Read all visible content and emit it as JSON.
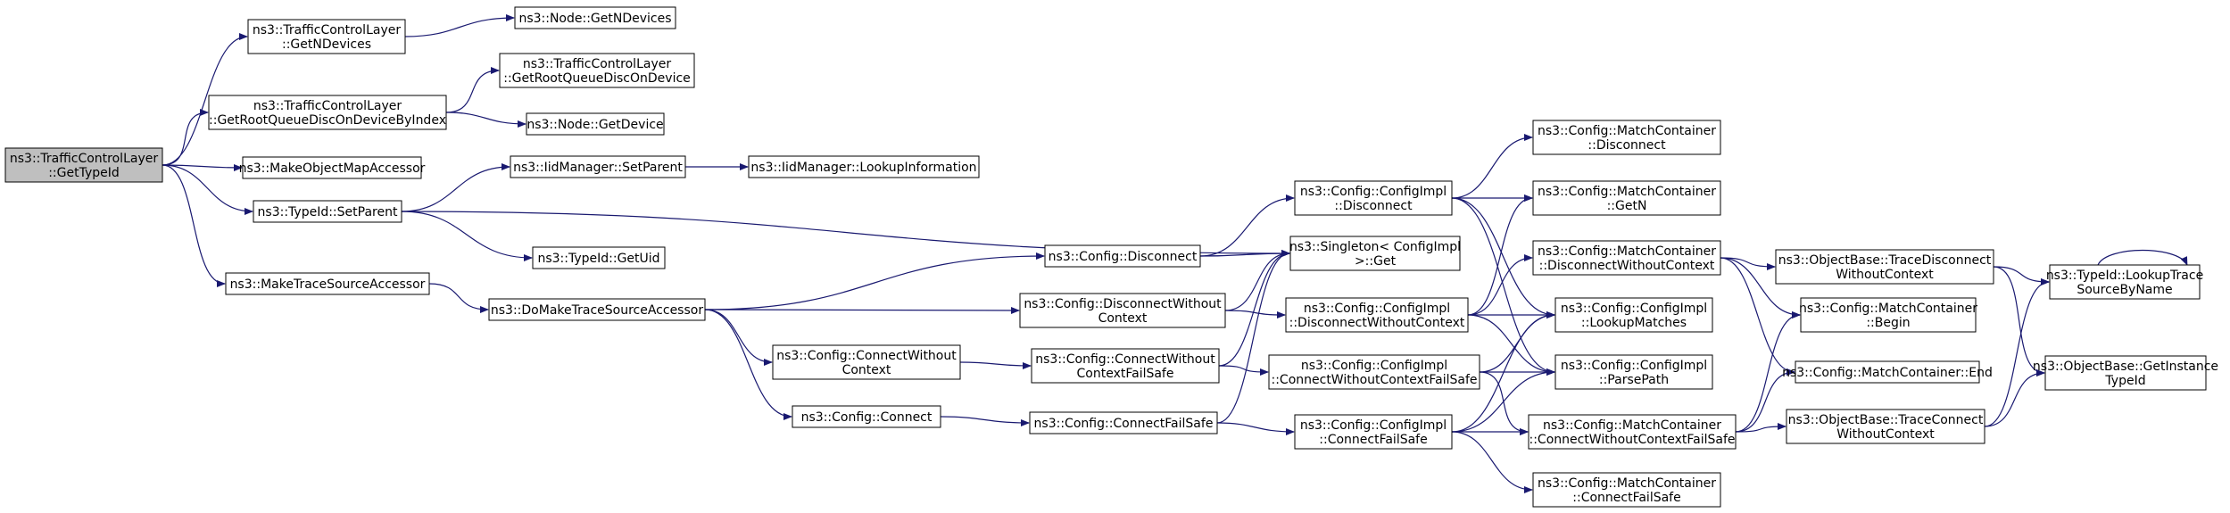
{
  "colors": {
    "edge": "#191970",
    "root_fill": "#bfbfbf",
    "node_fill": "#ffffff",
    "border": "#000000"
  },
  "nodes": [
    {
      "id": "root",
      "lines": [
        "ns3::TrafficControlLayer",
        "::GetTypeId"
      ],
      "root": true
    },
    {
      "id": "gnd",
      "lines": [
        "ns3::TrafficControlLayer",
        "::GetNDevices"
      ]
    },
    {
      "id": "ndev",
      "lines": [
        "ns3::Node::GetNDevices"
      ]
    },
    {
      "id": "grq",
      "lines": [
        "ns3::TrafficControlLayer",
        "::GetRootQueueDiscOnDeviceByIndex"
      ]
    },
    {
      "id": "grq2",
      "lines": [
        "ns3::TrafficControlLayer",
        "::GetRootQueueDiscOnDevice"
      ]
    },
    {
      "id": "getdev",
      "lines": [
        "ns3::Node::GetDevice"
      ]
    },
    {
      "id": "momap",
      "lines": [
        "ns3::MakeObjectMapAccessor"
      ]
    },
    {
      "id": "iidsp",
      "lines": [
        "ns3::IidManager::SetParent"
      ]
    },
    {
      "id": "iidli",
      "lines": [
        "ns3::IidManager::LookupInformation"
      ]
    },
    {
      "id": "tisp",
      "lines": [
        "ns3::TypeId::SetParent"
      ]
    },
    {
      "id": "tiuid",
      "lines": [
        "ns3::TypeId::GetUid"
      ]
    },
    {
      "id": "mtsa",
      "lines": [
        "ns3::MakeTraceSourceAccessor"
      ]
    },
    {
      "id": "dmtsa",
      "lines": [
        "ns3::DoMakeTraceSourceAccessor"
      ]
    },
    {
      "id": "cdisc",
      "lines": [
        "ns3::Config::Disconnect"
      ]
    },
    {
      "id": "cdwc",
      "lines": [
        "ns3::Config::DisconnectWithout",
        "Context"
      ]
    },
    {
      "id": "ccwc",
      "lines": [
        "ns3::Config::ConnectWithout",
        "Context"
      ]
    },
    {
      "id": "cconn",
      "lines": [
        "ns3::Config::Connect"
      ]
    },
    {
      "id": "ccwcfs",
      "lines": [
        "ns3::Config::ConnectWithout",
        "ContextFailSafe"
      ]
    },
    {
      "id": "ccfs",
      "lines": [
        "ns3::Config::ConnectFailSafe"
      ]
    },
    {
      "id": "cidisc",
      "lines": [
        "ns3::Config::ConfigImpl",
        "::Disconnect"
      ]
    },
    {
      "id": "single",
      "lines": [
        "ns3::Singleton< ConfigImpl",
        " >::Get"
      ]
    },
    {
      "id": "cidwc",
      "lines": [
        "ns3::Config::ConfigImpl",
        "::DisconnectWithoutContext"
      ]
    },
    {
      "id": "cicwcfs",
      "lines": [
        "ns3::Config::ConfigImpl",
        "::ConnectWithoutContextFailSafe"
      ]
    },
    {
      "id": "cicfs",
      "lines": [
        "ns3::Config::ConfigImpl",
        "::ConnectFailSafe"
      ]
    },
    {
      "id": "mcdisc",
      "lines": [
        "ns3::Config::MatchContainer",
        "::Disconnect"
      ]
    },
    {
      "id": "mcgetn",
      "lines": [
        "ns3::Config::MatchContainer",
        "::GetN"
      ]
    },
    {
      "id": "mcdwc",
      "lines": [
        "ns3::Config::MatchContainer",
        "::DisconnectWithoutContext"
      ]
    },
    {
      "id": "cilm",
      "lines": [
        "ns3::Config::ConfigImpl",
        "::LookupMatches"
      ]
    },
    {
      "id": "cipp",
      "lines": [
        "ns3::Config::ConfigImpl",
        "::ParsePath"
      ]
    },
    {
      "id": "mccwcfs",
      "lines": [
        "ns3::Config::MatchContainer",
        "::ConnectWithoutContextFailSafe"
      ]
    },
    {
      "id": "mccfs",
      "lines": [
        "ns3::Config::MatchContainer",
        "::ConnectFailSafe"
      ]
    },
    {
      "id": "obtdwc",
      "lines": [
        "ns3::ObjectBase::TraceDisconnect",
        "WithoutContext"
      ]
    },
    {
      "id": "mcbegin",
      "lines": [
        "ns3::Config::MatchContainer",
        "::Begin"
      ]
    },
    {
      "id": "mcend",
      "lines": [
        "ns3::Config::MatchContainer::End"
      ]
    },
    {
      "id": "obtcwc",
      "lines": [
        "ns3::ObjectBase::TraceConnect",
        "WithoutContext"
      ]
    },
    {
      "id": "tilts",
      "lines": [
        "ns3::TypeId::LookupTrace",
        "SourceByName"
      ]
    },
    {
      "id": "obgit",
      "lines": [
        "ns3::ObjectBase::GetInstance",
        "TypeId"
      ]
    }
  ],
  "edges": [
    [
      "root",
      "gnd"
    ],
    [
      "root",
      "grq"
    ],
    [
      "root",
      "momap"
    ],
    [
      "root",
      "tisp"
    ],
    [
      "root",
      "mtsa"
    ],
    [
      "gnd",
      "ndev"
    ],
    [
      "grq",
      "grq2"
    ],
    [
      "grq",
      "getdev"
    ],
    [
      "tisp",
      "iidsp"
    ],
    [
      "tisp",
      "tiuid"
    ],
    [
      "tisp",
      "single"
    ],
    [
      "iidsp",
      "iidli"
    ],
    [
      "mtsa",
      "dmtsa"
    ],
    [
      "dmtsa",
      "cdisc"
    ],
    [
      "dmtsa",
      "cdwc"
    ],
    [
      "dmtsa",
      "ccwc"
    ],
    [
      "dmtsa",
      "cconn"
    ],
    [
      "cdisc",
      "cidisc"
    ],
    [
      "cdisc",
      "single"
    ],
    [
      "cdwc",
      "cidwc"
    ],
    [
      "cdwc",
      "single"
    ],
    [
      "ccwc",
      "ccwcfs"
    ],
    [
      "cconn",
      "ccfs"
    ],
    [
      "ccwcfs",
      "cicwcfs"
    ],
    [
      "ccwcfs",
      "single"
    ],
    [
      "ccfs",
      "cicfs"
    ],
    [
      "ccfs",
      "single"
    ],
    [
      "cidisc",
      "mcdisc"
    ],
    [
      "cidisc",
      "mcgetn"
    ],
    [
      "cidisc",
      "cilm"
    ],
    [
      "cidisc",
      "cipp"
    ],
    [
      "cidwc",
      "mcdwc"
    ],
    [
      "cidwc",
      "mcgetn"
    ],
    [
      "cidwc",
      "cilm"
    ],
    [
      "cidwc",
      "cipp"
    ],
    [
      "cicwcfs",
      "cilm"
    ],
    [
      "cicwcfs",
      "cipp"
    ],
    [
      "cicwcfs",
      "mccwcfs"
    ],
    [
      "cicfs",
      "cilm"
    ],
    [
      "cicfs",
      "cipp"
    ],
    [
      "cicfs",
      "mccwcfs"
    ],
    [
      "cicfs",
      "mccfs"
    ],
    [
      "mcdwc",
      "obtdwc"
    ],
    [
      "mcdwc",
      "mcbegin"
    ],
    [
      "mcdwc",
      "mcend"
    ],
    [
      "mccwcfs",
      "mcbegin"
    ],
    [
      "mccwcfs",
      "mcend"
    ],
    [
      "mccwcfs",
      "obtcwc"
    ],
    [
      "obtdwc",
      "tilts"
    ],
    [
      "obtdwc",
      "obgit"
    ],
    [
      "obtcwc",
      "tilts"
    ],
    [
      "obtcwc",
      "obgit"
    ],
    [
      "tilts",
      "tilts"
    ]
  ]
}
